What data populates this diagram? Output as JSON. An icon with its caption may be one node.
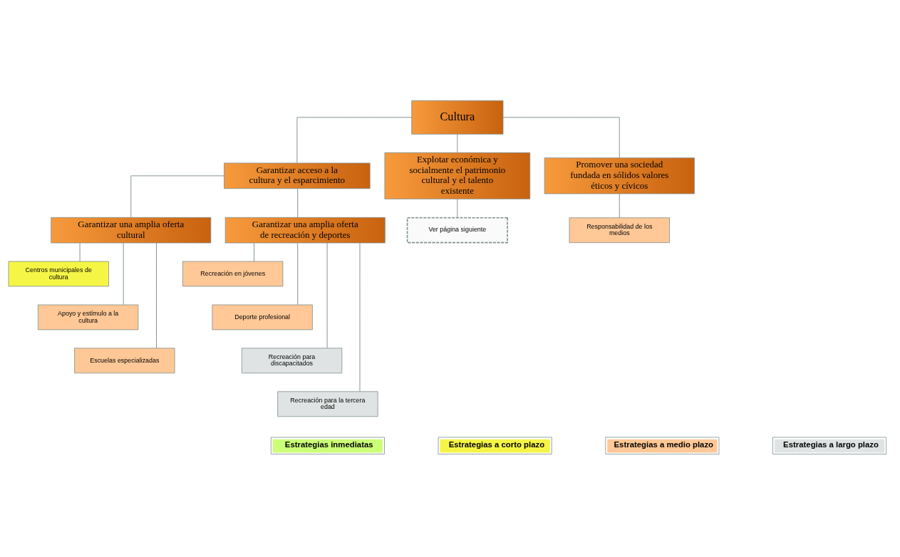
{
  "diagram": {
    "nodes": [
      {
        "text": [
          "Cultura"
        ]
      },
      {
        "text": [
          "Garantizar acceso a la cultura y el esparcimiento"
        ]
      },
      {
        "text": [
          "Explotar económica y socialmente el patrimonio cultural y el talento existente"
        ]
      },
      {
        "text": [
          "Promover una sociedad fundada en sólidos valores éticos y cívicos"
        ]
      },
      {
        "text": [
          "Ver página siguiente"
        ]
      },
      {
        "text": [
          "Responsabilidad de los medios"
        ]
      },
      {
        "text": [
          "Garantizar una amplia oferta cultural"
        ]
      },
      {
        "text": [
          "Garantizar una amplia oferta de recreación y deportes"
        ]
      },
      {
        "text": [
          "Centros municipales de cultura"
        ]
      },
      {
        "text": [
          "Apoyo y estímulo a la cultura"
        ]
      },
      {
        "text": [
          "Escuelas especializadas"
        ]
      },
      {
        "text": [
          "Recreación en jóvenes"
        ]
      },
      {
        "text": [
          "Deporte profesional"
        ]
      },
      {
        "text": [
          "Recreación para discapacitados"
        ]
      },
      {
        "text": [
          "Recreación para la tercera edad"
        ]
      }
    ],
    "edges": [
      {
        "from": 0,
        "to": 1,
        "arrow": "none"
      },
      {
        "from": 0,
        "to": 2,
        "arrow": "none"
      },
      {
        "from": 0,
        "to": 3,
        "arrow": "none"
      },
      {
        "from": 2,
        "to": 4,
        "arrow": "none"
      },
      {
        "from": 3,
        "to": 5,
        "arrow": "none"
      },
      {
        "from": 1,
        "to": 6,
        "arrow": "none"
      },
      {
        "from": 1,
        "to": 7,
        "arrow": "none"
      },
      {
        "from": 6,
        "to": 8,
        "arrow": "none"
      },
      {
        "from": 6,
        "to": 9,
        "arrow": "none"
      },
      {
        "from": 6,
        "to": 10,
        "arrow": "none"
      },
      {
        "from": 7,
        "to": 11,
        "arrow": "none"
      },
      {
        "from": 7,
        "to": 12,
        "arrow": "none"
      },
      {
        "from": 7,
        "to": 13,
        "arrow": "none"
      },
      {
        "from": 7,
        "to": 14,
        "arrow": "none"
      }
    ],
    "legend": [
      {
        "text": "Estrategias inmediatas",
        "color": "#ccff77"
      },
      {
        "text": "Estrategias a corto plazo",
        "color": "#f5f546"
      },
      {
        "text": "Estrategias a medio plazo",
        "color": "#ffc896"
      },
      {
        "text": "Estrategias a largo plazo",
        "color": "#e0e3e3"
      }
    ]
  }
}
